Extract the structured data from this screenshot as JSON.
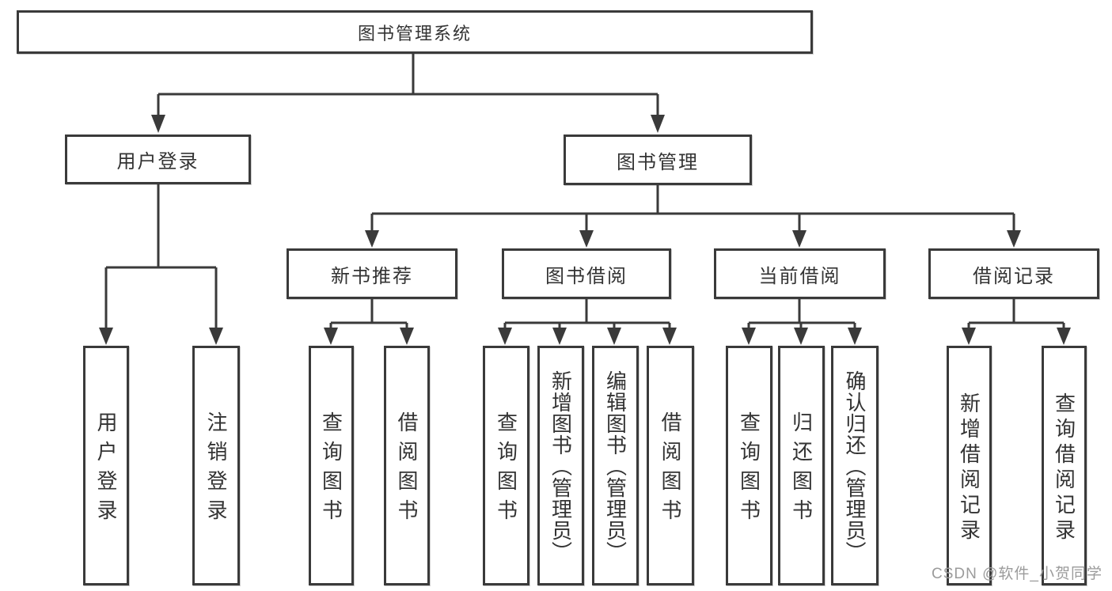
{
  "diagram": {
    "root": {
      "label": "图书管理系统"
    },
    "level2": [
      {
        "label": "用户登录"
      },
      {
        "label": "图书管理"
      }
    ],
    "level3": [
      {
        "label": "新书推荐"
      },
      {
        "label": "图书借阅"
      },
      {
        "label": "当前借阅"
      },
      {
        "label": "借阅记录"
      }
    ],
    "leaves": [
      {
        "label": "用户登录"
      },
      {
        "label": "注销登录"
      },
      {
        "label": "查询图书"
      },
      {
        "label": "借阅图书"
      },
      {
        "label": "查询图书"
      },
      {
        "label": "新增图书（管理员）"
      },
      {
        "label": "编辑图书（管理员）"
      },
      {
        "label": "借阅图书"
      },
      {
        "label": "查询图书"
      },
      {
        "label": "归还图书"
      },
      {
        "label": "确认归还（管理员）"
      },
      {
        "label": "新增借阅记录"
      },
      {
        "label": "查询借阅记录"
      }
    ]
  },
  "watermark": {
    "text": "CSDN @软件_小贺同学"
  },
  "colors": {
    "line": "#3a3a3a",
    "text": "#333333",
    "box_background": "#ffffff",
    "watermark": "#9b9b9b"
  }
}
